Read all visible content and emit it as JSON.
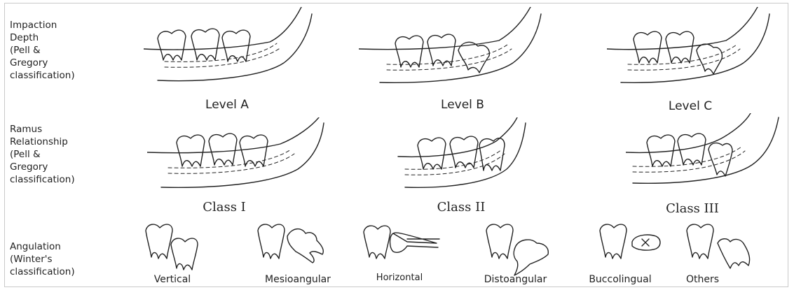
{
  "rows": [
    {
      "label": "Impaction\nDepth\n(Pell &\n Gregory\nclassification)",
      "items": [
        "Level A",
        "Level B",
        "Level C"
      ]
    },
    {
      "label": "Ramus\nRelationship\n(Pell &\n Gregory\nclassification)",
      "items": [
        "Class I",
        "Class II",
        "Class III"
      ]
    },
    {
      "label": "Angulation\n(Winter's\nclassification)",
      "items": [
        "Vertical",
        "Mesioangular",
        "Horizontal",
        "Distoangular",
        "Buccolingual",
        "Others"
      ]
    }
  ],
  "icons": {
    "jaw": "jaw-drawing-icon",
    "tooth": "molar-tooth-icon"
  }
}
